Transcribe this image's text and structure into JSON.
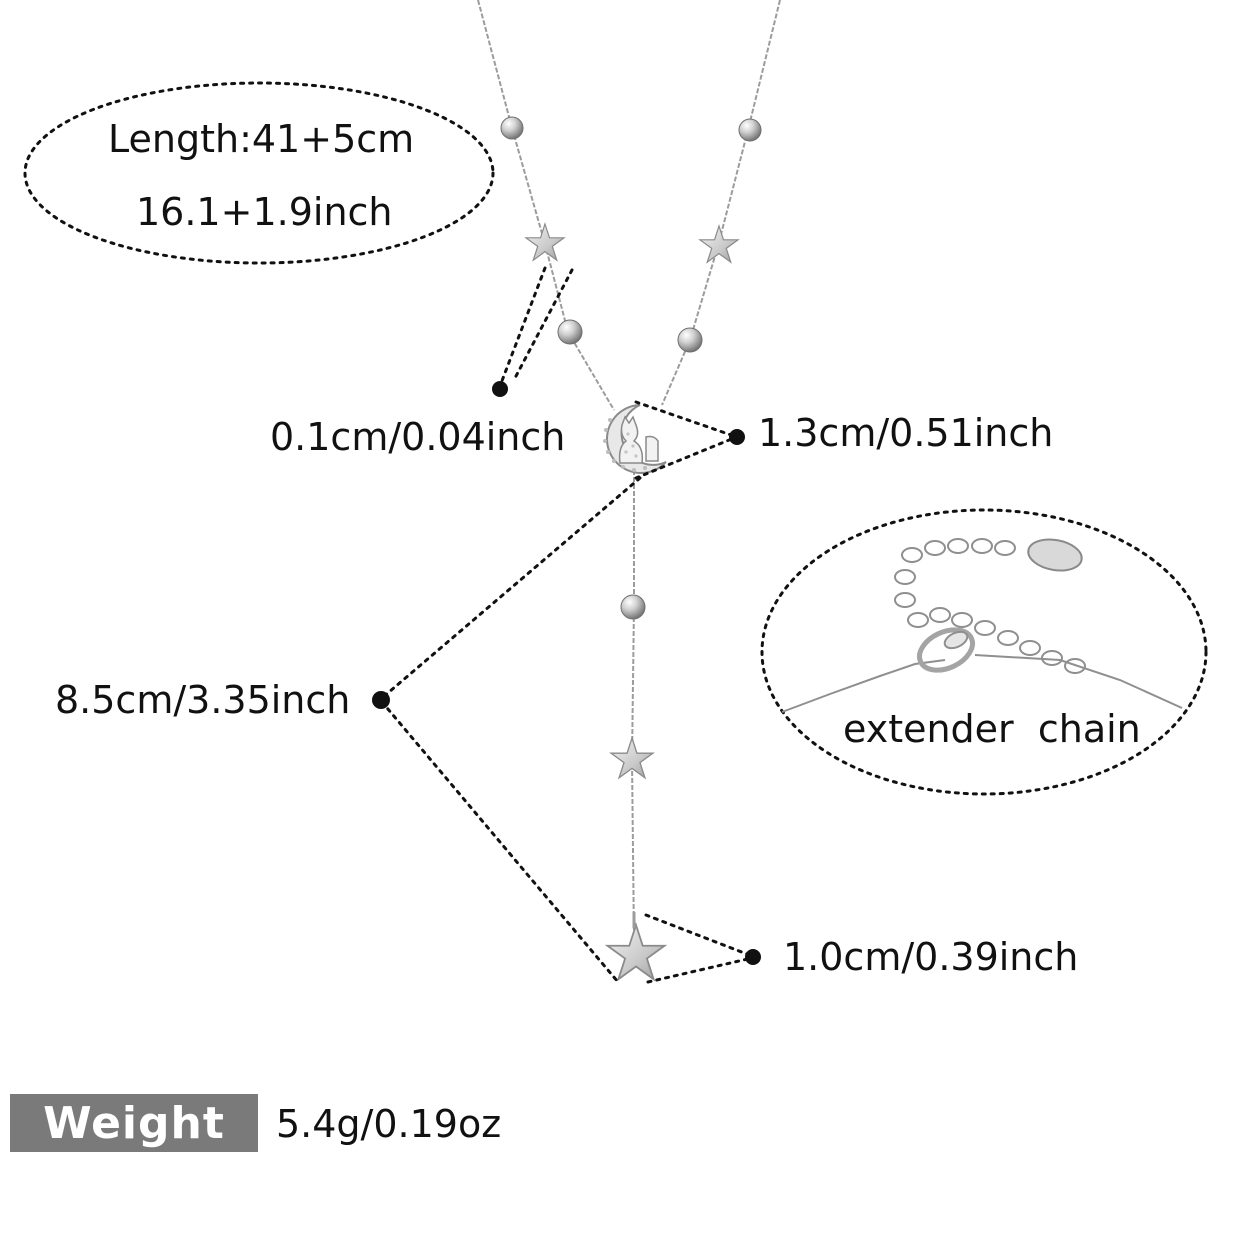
{
  "annotations": {
    "length_line1": "Length:41+5cm",
    "length_line2": "16.1+1.9inch",
    "chain_width": "0.1cm/0.04inch",
    "pendant_size": "1.3cm/0.51inch",
    "drop_length": "8.5cm/3.35inch",
    "star_size": "1.0cm/0.39inch",
    "extender": "extender  chain"
  },
  "weight": {
    "label": "Weight",
    "value": "5.4g/0.19oz"
  },
  "colors": {
    "text": "#111111",
    "silver": "#c8c8c8",
    "weight_box": "#7a7a7a"
  }
}
